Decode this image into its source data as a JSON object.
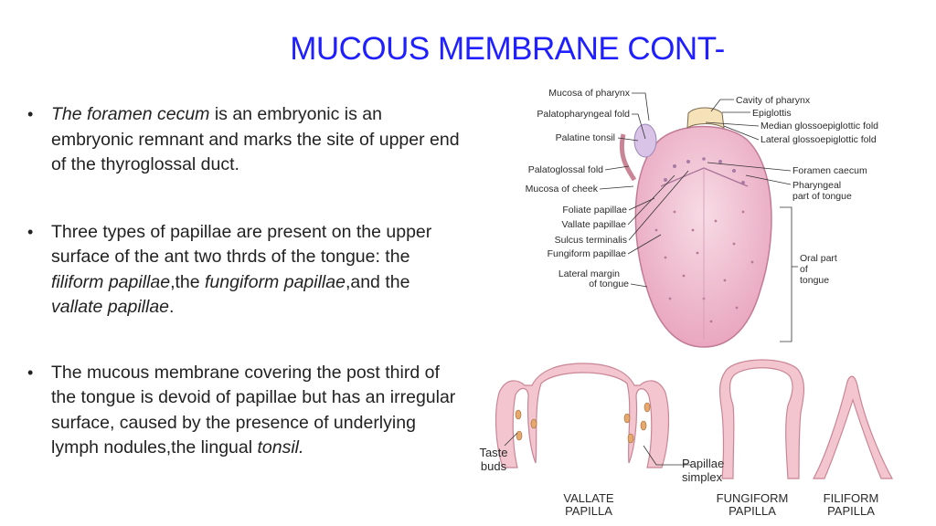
{
  "title": "MUCOUS MEMBRANE CONT-",
  "bullets": [
    {
      "parts": [
        {
          "text": "The foramen cecum",
          "italic": true
        },
        {
          "text": " is an embryonic is an embryonic remnant and marks the site of upper end of the thyroglossal duct.",
          "italic": false
        }
      ]
    },
    {
      "parts": [
        {
          "text": "Three types of papillae are present on the upper surface of the ant two thrds of the tongue: the ",
          "italic": false
        },
        {
          "text": "filiform papillae",
          "italic": true
        },
        {
          "text": ",the ",
          "italic": false
        },
        {
          "text": "fungiform papillae",
          "italic": true
        },
        {
          "text": ",and the ",
          "italic": false
        },
        {
          "text": "vallate papillae",
          "italic": true
        },
        {
          "text": ".",
          "italic": false
        }
      ]
    },
    {
      "parts": [
        {
          "text": "The mucous membrane covering the post third of the tongue is devoid of papillae but has an irregular surface, caused by the presence of underlying lymph nodules,the lingual ",
          "italic": false
        },
        {
          "text": "tonsil.",
          "italic": true
        }
      ]
    }
  ],
  "tongue_labels": {
    "mucosa_pharynx": "Mucosa of pharynx",
    "palatopharyngeal": "Palatopharyngeal fold",
    "palatine_tonsil": "Palatine tonsil",
    "palatoglossal": "Palatoglossal fold",
    "mucosa_cheek": "Mucosa of cheek",
    "foliate": "Foliate papillae",
    "vallate": "Vallate papillae",
    "sulcus": "Sulcus terminalis",
    "fungiform": "Fungiform papillae",
    "lateral_margin_1": "Lateral margin",
    "lateral_margin_2": "of tongue",
    "cavity_pharynx": "Cavity of pharynx",
    "epiglottis": "Epiglottis",
    "median_fold": "Median glossoepiglottic fold",
    "lateral_fold": "Lateral glossoepiglottic fold",
    "foramen_caecum": "Foramen caecum",
    "pharyngeal_1": "Pharyngeal",
    "pharyngeal_2": "part of tongue",
    "oral_1": "Oral part",
    "oral_2": "of",
    "oral_3": "tongue"
  },
  "papilla_labels": {
    "taste_1": "Taste",
    "taste_2": "buds",
    "simplex_1": "Papillae",
    "simplex_2": "simplex",
    "vallate_1": "VALLATE",
    "vallate_2": "PAPILLA",
    "fungiform_1": "FUNGIFORM",
    "fungiform_2": "PAPILLA",
    "filiform_1": "FILIFORM",
    "filiform_2": "PAPILLA"
  },
  "colors": {
    "title": "#1f1fff",
    "tissue": "#f3c6cf",
    "tissue_edge": "#c98595",
    "tongue": "#f0c2d2"
  }
}
